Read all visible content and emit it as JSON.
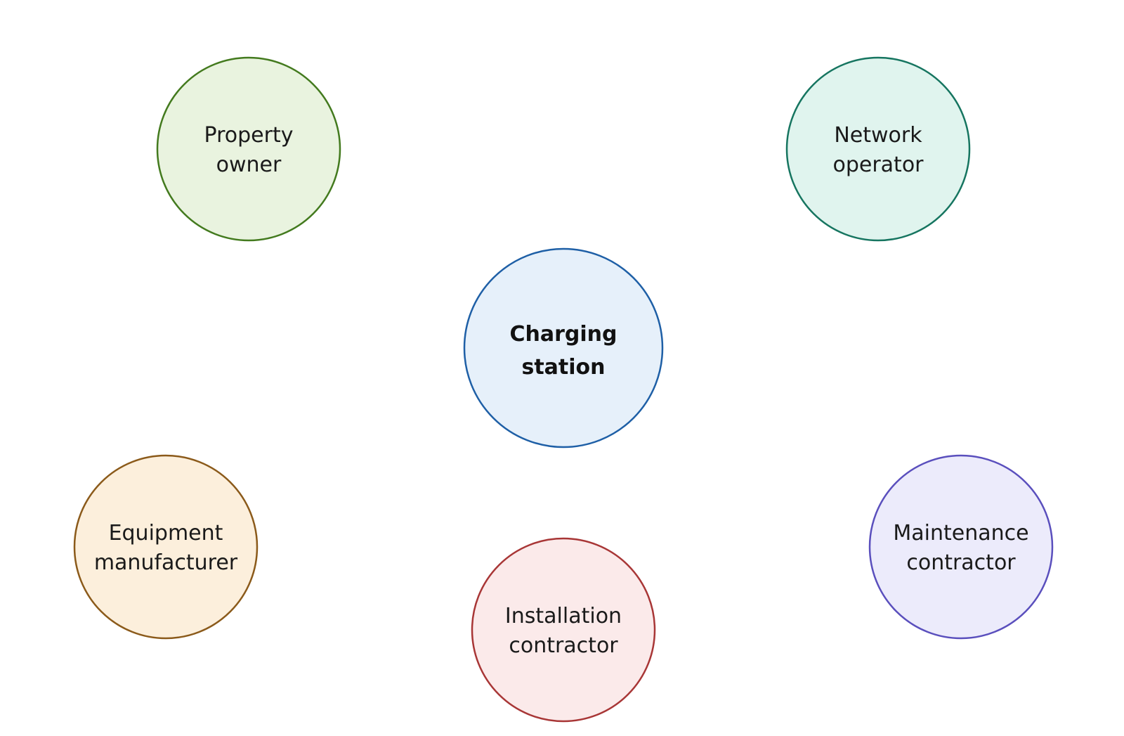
{
  "nodes": {
    "center": {
      "lines": [
        "Charging",
        "station"
      ],
      "fill": "#e6f0fa",
      "stroke": "#1e5fa6"
    },
    "property_owner": {
      "lines": [
        "Property",
        "owner"
      ],
      "fill": "#e9f3df",
      "stroke": "#437a1e"
    },
    "network_operator": {
      "lines": [
        "Network",
        "operator"
      ],
      "fill": "#e0f4ee",
      "stroke": "#167560"
    },
    "equipment_manufacturer": {
      "lines": [
        "Equipment",
        "manufacturer"
      ],
      "fill": "#fcefdc",
      "stroke": "#8b5a1a"
    },
    "installation_contractor": {
      "lines": [
        "Installation",
        "contractor"
      ],
      "fill": "#fbeaea",
      "stroke": "#a83636"
    },
    "maintenance_contractor": {
      "lines": [
        "Maintenance",
        "contractor"
      ],
      "fill": "#ecebfb",
      "stroke": "#5a4fbd"
    }
  }
}
